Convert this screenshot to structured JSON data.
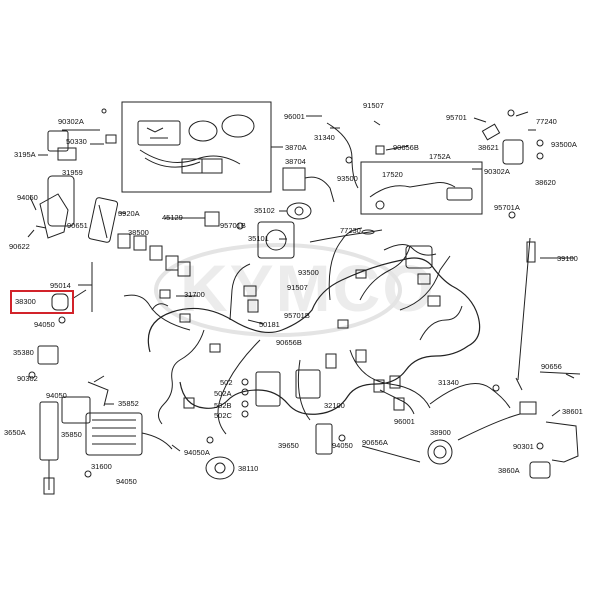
{
  "diagram": {
    "watermark": "KYMCO",
    "highlighted_part": "38300",
    "highlight_color": "#d2232a",
    "part_labels": {
      "p90302A_top": "90302A",
      "p50330": "50330",
      "p3195A": "3195A",
      "p31959": "31959",
      "p94050_a": "94050",
      "p90651": "90651",
      "p90622": "90622",
      "p3920A": "3920A",
      "p3870A": "3870A",
      "p38704": "38704",
      "p45129": "45129",
      "p95701B_a": "95701B",
      "p35102": "35102",
      "p35101": "35101",
      "p38500": "38500",
      "p96001_top": "96001",
      "p31340_top": "31340",
      "p91507_top": "91507",
      "p90656B_top": "90656B",
      "p93500_top": "93500",
      "p1752A": "1752A",
      "p17520": "17520",
      "p95701_top": "95701",
      "p77240": "77240",
      "p38621": "38621",
      "p93500A": "93500A",
      "p90302A_right": "90302A",
      "p38620": "38620",
      "p95701A": "95701A",
      "p77230": "77230",
      "p93500_mid": "93500",
      "p91507_mid": "91507",
      "p95701B_b": "95701B",
      "p50181": "50181",
      "p90656B_mid": "90656B",
      "p31700": "31700",
      "p95014": "95014",
      "p38300": "38300",
      "p94050_b": "94050",
      "p35380": "35380",
      "p90302": "90302",
      "p39100": "39100",
      "p90656": "90656",
      "p31340_mid": "31340",
      "p502": "502",
      "p502A": "502A",
      "p502B": "502B",
      "p502C": "502C",
      "p32100": "32100",
      "p96001_mid": "96001",
      "p38601": "38601",
      "p94050_c": "94050",
      "p35852": "35852",
      "p3650A": "3650A",
      "p35850": "35850",
      "p31600": "31600",
      "p94050_d": "94050",
      "p94050A": "94050A",
      "p38110": "38110",
      "p39650": "39650",
      "p94050_e": "94050",
      "p90656A": "90656A",
      "p38900": "38900",
      "p90301": "90301",
      "p3860A": "3860A"
    }
  }
}
